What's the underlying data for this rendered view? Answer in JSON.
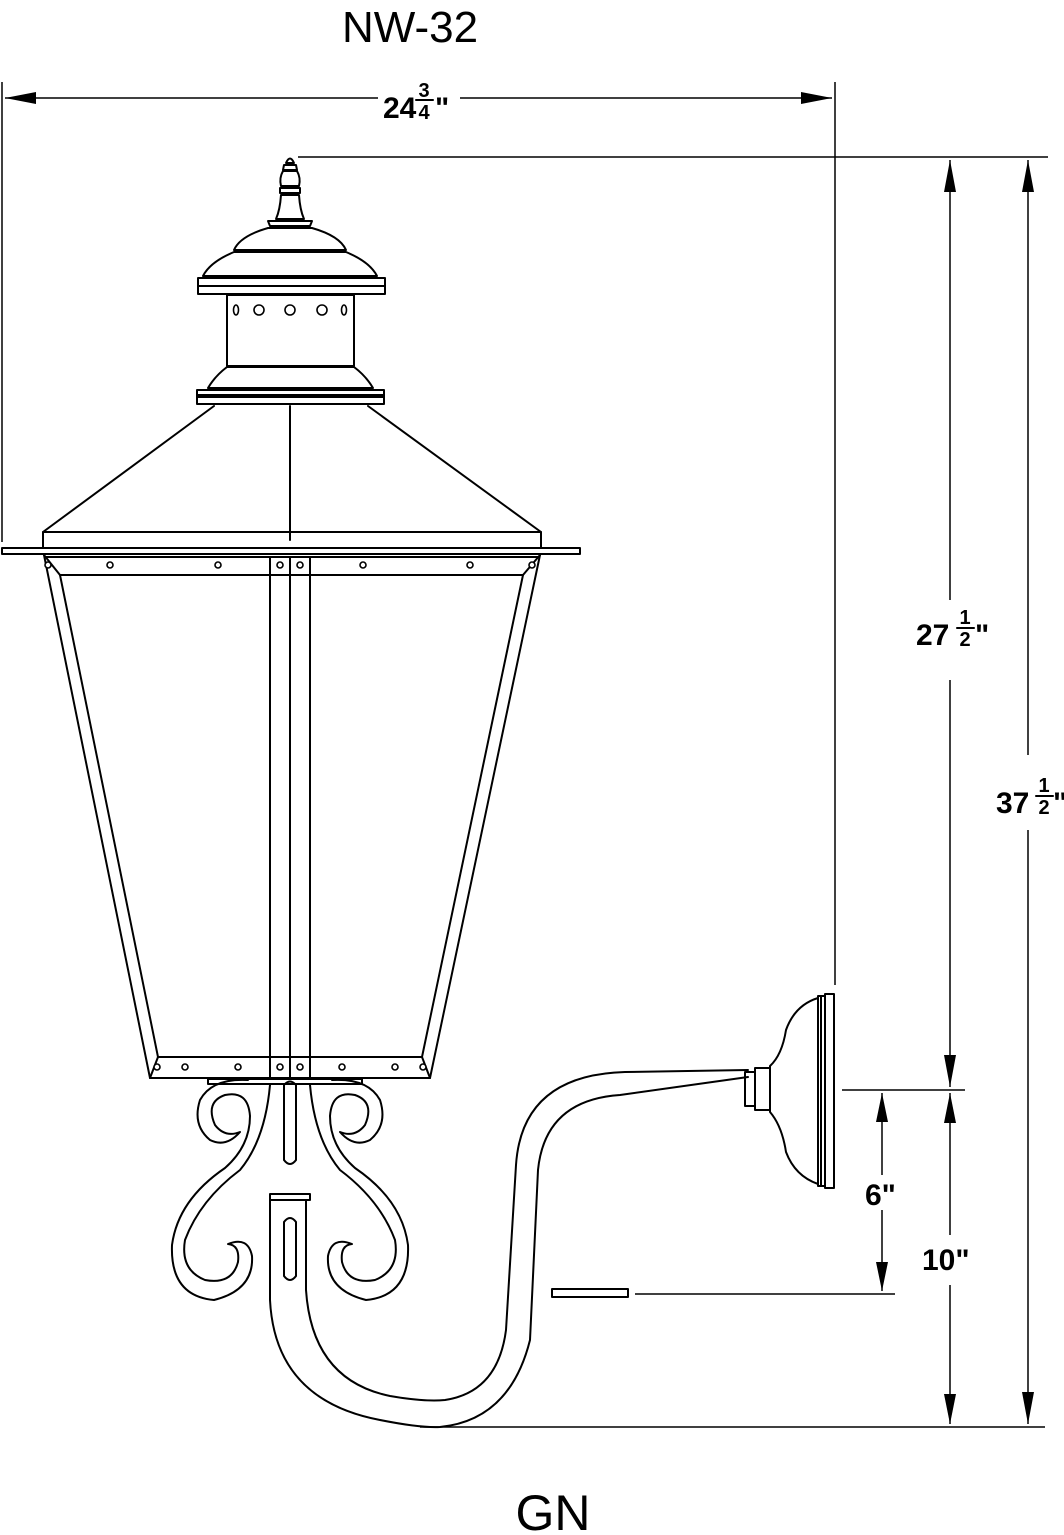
{
  "model_code": "NW-32",
  "finish_code": "GN",
  "dimensions": {
    "overall_width": {
      "whole": "24",
      "numerator": "3",
      "denominator": "4",
      "unit": "\""
    },
    "lantern_height": {
      "whole": "27",
      "numerator": "1",
      "denominator": "2",
      "unit": "\""
    },
    "overall_height": {
      "whole": "37",
      "numerator": "1",
      "denominator": "2",
      "unit": "\""
    },
    "backplate_to_arm": {
      "text": "6\""
    },
    "arm_drop": {
      "text": "10\""
    }
  }
}
